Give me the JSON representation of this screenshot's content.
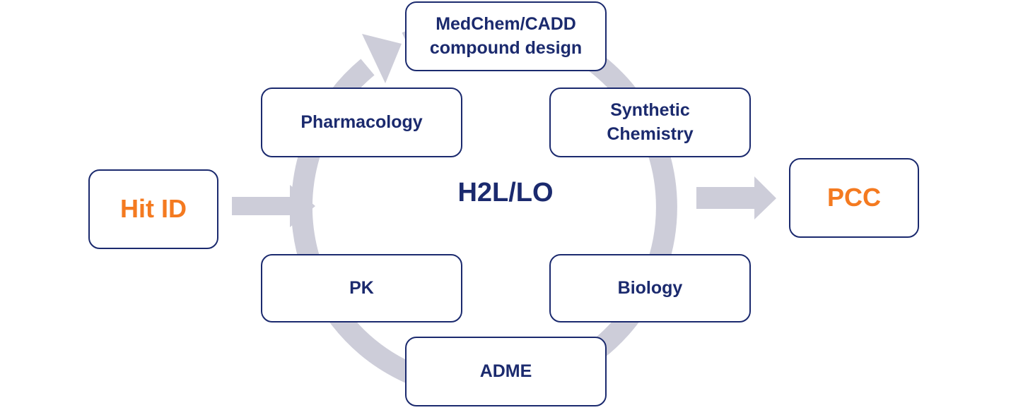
{
  "diagram": {
    "center_label": "H2L/LO",
    "input": "Hit ID",
    "output": "PCC",
    "cycle_steps": [
      "MedChem/CADD\ncompound design",
      "Synthetic\nChemistry",
      "Biology",
      "ADME",
      "PK",
      "Pharmacology"
    ]
  },
  "colors": {
    "navy": "#1b2a6e",
    "orange": "#f47a20",
    "arrow": "#cdcdd9"
  }
}
